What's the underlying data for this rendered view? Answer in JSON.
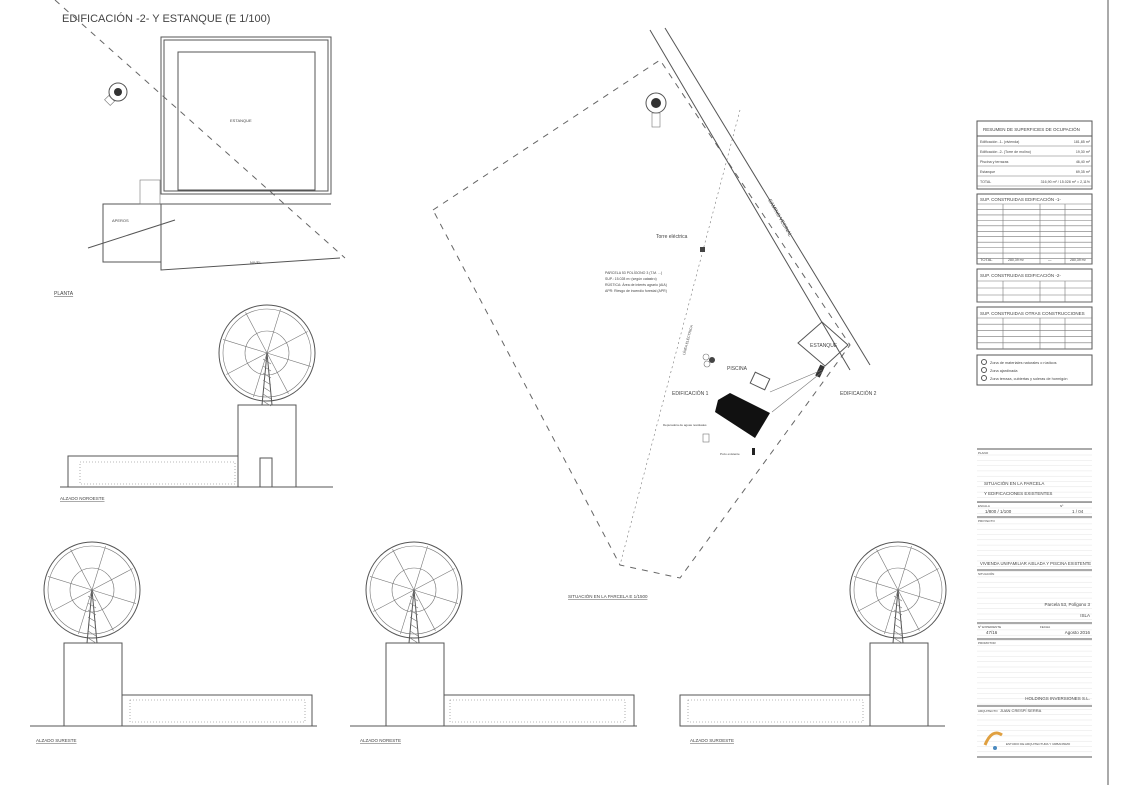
{
  "sheet_title": "EDIFICACIÓN -2- Y ESTANQUE (E 1/100)",
  "plan": {
    "label": "PLANTA",
    "room_main": "ESTANQUE",
    "room_small": "APEROS",
    "level": "NIVEL"
  },
  "elevations": {
    "top": "ALZADO NOROESTE",
    "bottom_left": "ALZADO SURESTE",
    "bottom_mid": "ALZADO NORESTE",
    "bottom_right": "ALZADO SUROESTE"
  },
  "site": {
    "road": "CAMINO VECINAL",
    "tower": "Torre eléctrica",
    "parcel_note": [
      "PARCELA 53 POLÍGONO 3 (T.M. ...)",
      "SUP.: 15.028 m² (según catastro)",
      "RÚSTICA: Área de interés agrario (AIA)",
      "APR: Riesgo de incendio forestal (APR)"
    ],
    "line_label": "LÍNEA ELÉCTRICA",
    "pool": "PISCINA",
    "pond": "ESTANQUE",
    "building1": "EDIFICACIÓN 1",
    "building2": "EDIFICACIÓN 2",
    "septic": "Depuradora de aguas residuales",
    "well": "Pozo existente",
    "caption": "SITUACIÓN EN LA PARCELA E 1/1500"
  },
  "tables": {
    "summary": {
      "title": "RESUMEN DE SUPERFICIES DE OCUPACIÓN",
      "rows": [
        [
          "Edificación -1- (vivienda)",
          "181,85 m²"
        ],
        [
          "Edificación -2- (Torre de molino)",
          "19,30 m²"
        ],
        [
          "Piscina y terrazas",
          "46,40 m²"
        ],
        [
          "Estanque",
          "69,35 m²"
        ],
        [
          "TOTAL",
          "316,90 m² / 15.028 m² = 2,11%"
        ]
      ]
    },
    "ed1": {
      "title": "SUP. CONSTRUIDAS EDIFICACIÓN -1-",
      "total_label": "TOTAL",
      "total_a": "280,39 m²",
      "total_b": "—",
      "total_c": "280,39 m²"
    },
    "ed2": {
      "title": "SUP. CONSTRUIDAS EDIFICACIÓN -2-"
    },
    "other": {
      "title": "SUP. CONSTRUIDAS OTRAS CONSTRUCCIONES"
    },
    "legend": [
      "Zona de materiales naturales o rústicos",
      "Zona ajardinada",
      "Zona terraza, cubiertas y soleras de hormigón"
    ]
  },
  "titleblock": {
    "plan_label": "PLANO",
    "plan_name_1": "SITUACIÓN EN LA PARCELA",
    "plan_name_2": "Y EDIFICACIONES EXISTENTES",
    "scale_label": "ESCALA",
    "scale": "1/800 / 1/100",
    "sheet_label": "Nº",
    "sheet": "1 / 04",
    "project_label": "PROYECTO",
    "project": "VIVIENDA UNIFAMILIAR AISLADA Y PISCINA EXISTENTE",
    "location_label": "SITUACIÓN",
    "location_1": "Parcela 53, Polígono 3",
    "location_2": "ISLA",
    "ref_label": "Nº EXPEDIENTE",
    "ref": "47/16",
    "date_label": "FECHA",
    "date": "Agosto 2016",
    "owner_label": "PROMOTOR",
    "owner": "HOLDINGS INVERSIONES S.L.",
    "architect_label": "ARQUITECTO",
    "architect": "JUAN CRESPÍ SERRA",
    "firm": "ESTUDIO DE ARQUITECTURA Y URBANISMO"
  }
}
